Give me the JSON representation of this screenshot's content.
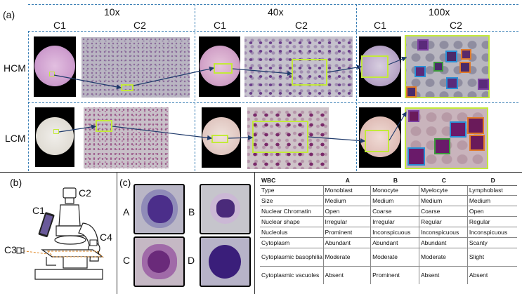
{
  "panel_labels": {
    "a": "(a)",
    "b": "(b)",
    "c": "(c)"
  },
  "magnifications": [
    "10x",
    "40x",
    "100x"
  ],
  "columns": [
    "C1",
    "C2",
    "C1",
    "C2",
    "C1",
    "C2"
  ],
  "rows": [
    "HCM",
    "LCM"
  ],
  "microscope_labels": {
    "c1": "C1",
    "c2": "C2",
    "c3": "C3",
    "c4": "C4"
  },
  "cell_labels": [
    "A",
    "B",
    "C",
    "D"
  ],
  "table": {
    "headers": [
      "WBC",
      "A",
      "B",
      "C",
      "D"
    ],
    "rows": [
      [
        "Type",
        "Monoblast",
        "Monocyte",
        "Myelocyte",
        "Lymphoblast"
      ],
      [
        "Size",
        "Medium",
        "Medium",
        "Medium",
        "Medium"
      ],
      [
        "Nuclear Chromatin",
        "Open",
        "Coarse",
        "Coarse",
        "Open"
      ],
      [
        "Nuclear shape",
        "Irregular",
        "Irregular",
        "Regular",
        "Regular"
      ],
      [
        "Nucleolus",
        "Prominent",
        "Inconspicuous",
        "Inconspicuous",
        "Inconspicuous"
      ],
      [
        "Cytoplasm",
        "Abundant",
        "Abundant",
        "Abundant",
        "Scanty"
      ],
      [
        "Cytoplasmic basophilia",
        "Moderate",
        "Moderate",
        "Moderate",
        "Slight"
      ],
      [
        "Cytoplasmic vacuoles",
        "Absent",
        "Prominent",
        "Absent",
        "Absent"
      ]
    ]
  },
  "colors": {
    "dash": "#3a7fb5",
    "roi_box": "#c3ea3a",
    "arrow": "#1f3a6b",
    "det_purple": "#7b3fa0",
    "det_blue": "#2b8fd6",
    "det_orange": "#e07a2a",
    "det_green": "#3a9a3a"
  }
}
